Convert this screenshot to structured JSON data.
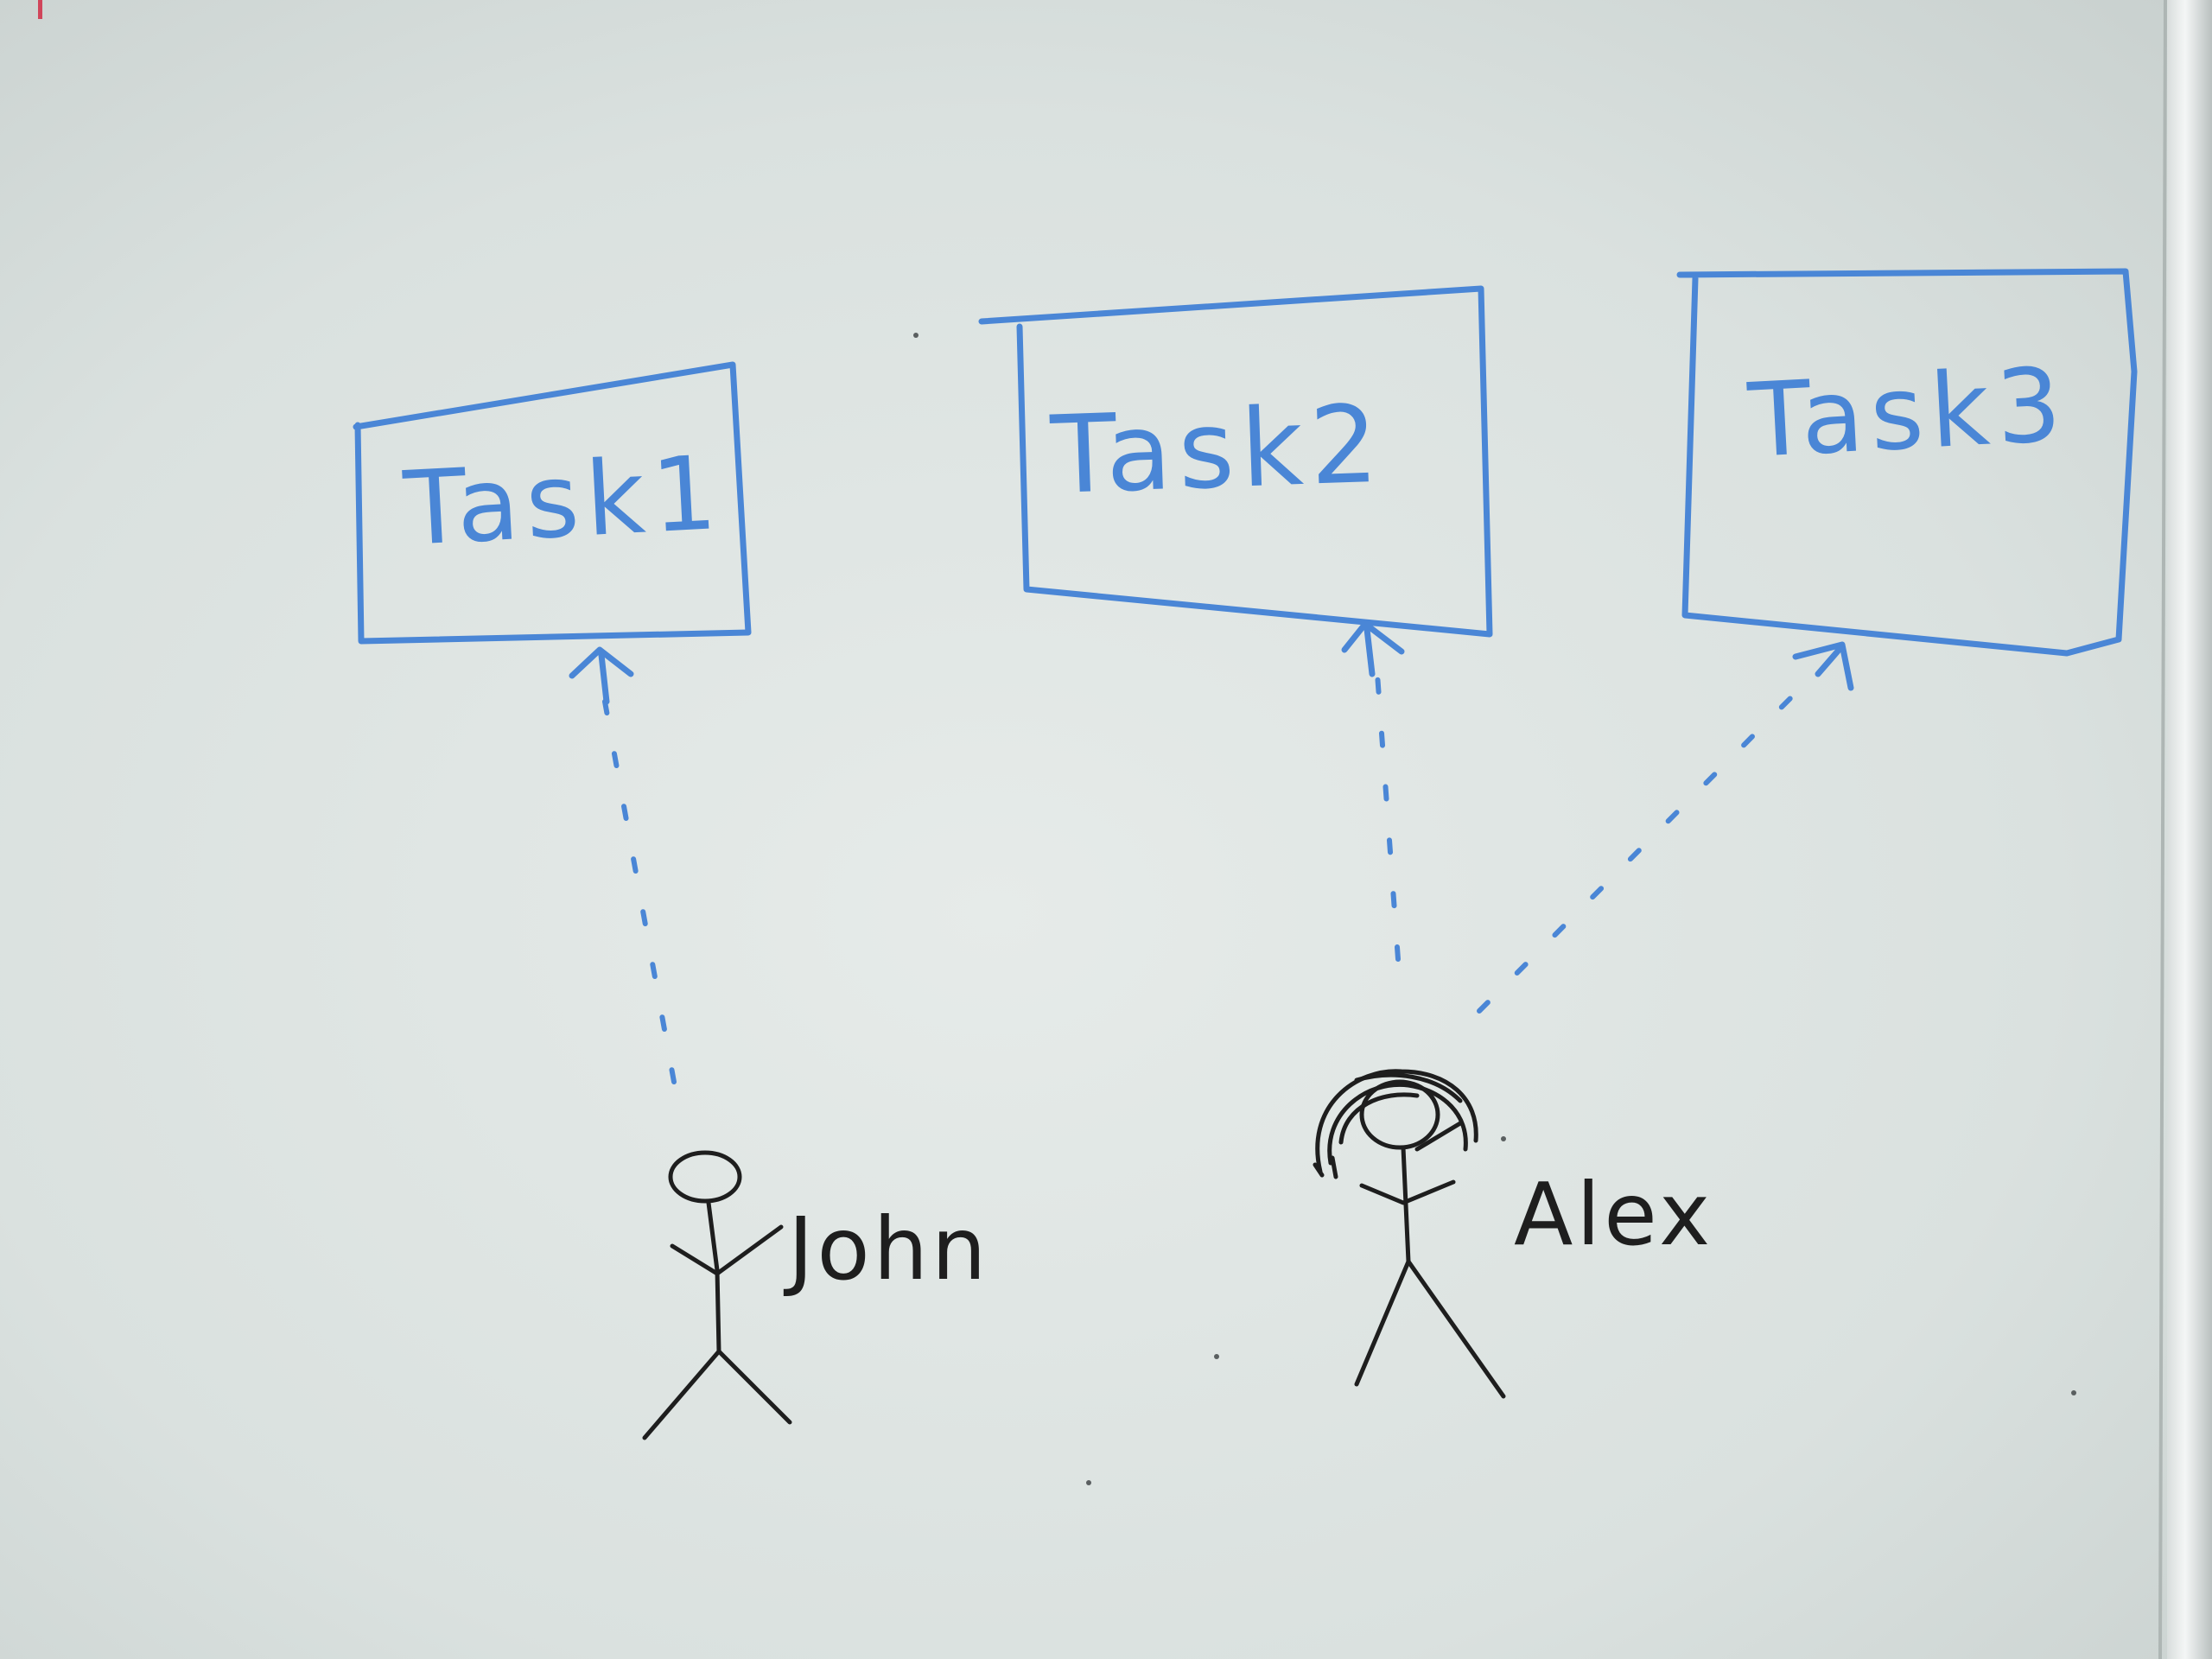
{
  "tasks": [
    {
      "label": "Task1"
    },
    {
      "label": "Task2"
    },
    {
      "label": "Task3"
    }
  ],
  "actors": [
    {
      "name": "John"
    },
    {
      "name": "Alex"
    }
  ],
  "colors": {
    "marker_blue": "#4a86d6",
    "marker_black": "#1e1e1e",
    "board": "#dfe5e3"
  }
}
